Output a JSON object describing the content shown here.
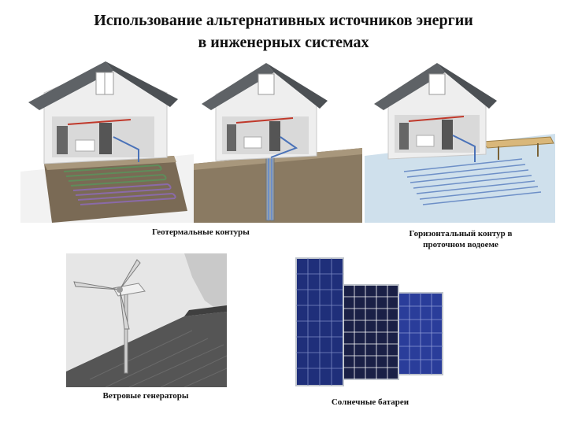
{
  "slide": {
    "title_line1": "Использование альтернативных источников энергии",
    "title_line2": "в инженерных системах"
  },
  "captions": {
    "geothermal": "Геотермальные контуры",
    "water_loop_line1": "Горизонтальный контур в",
    "water_loop_line2": "проточном водоеме",
    "wind": "Ветровые генераторы",
    "solar": "Солнечные батареи"
  },
  "colors": {
    "soil": "#7a6a55",
    "water": "#cfe0ec",
    "panel_blue": "#1f2f7a",
    "roof": "#5e6266",
    "pipe_green": "#5f8c5a",
    "pipe_purple": "#8a6aa8",
    "pipe_blue": "#6d8fc7"
  }
}
